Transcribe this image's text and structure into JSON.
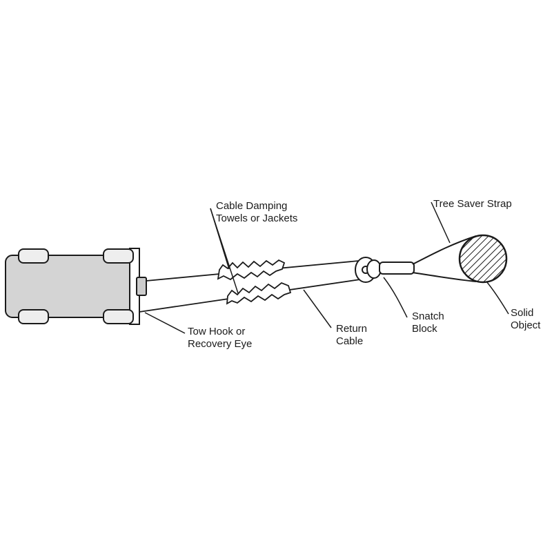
{
  "labels": {
    "damping_line1": "Cable Damping",
    "damping_line2": "Towels or Jackets",
    "tree_saver": "Tree Saver Strap",
    "solid_line1": "Solid",
    "solid_line2": "Object",
    "snatch_line1": "Snatch",
    "snatch_line2": "Block",
    "return_line1": "Return",
    "return_line2": "Cable",
    "tow_line1": "Tow Hook or",
    "tow_line2": "Recovery Eye"
  },
  "colors": {
    "ink": "#1a1a1a",
    "vehicle_fill": "#d4d4d4",
    "wheel_fill": "#eeeeee"
  }
}
